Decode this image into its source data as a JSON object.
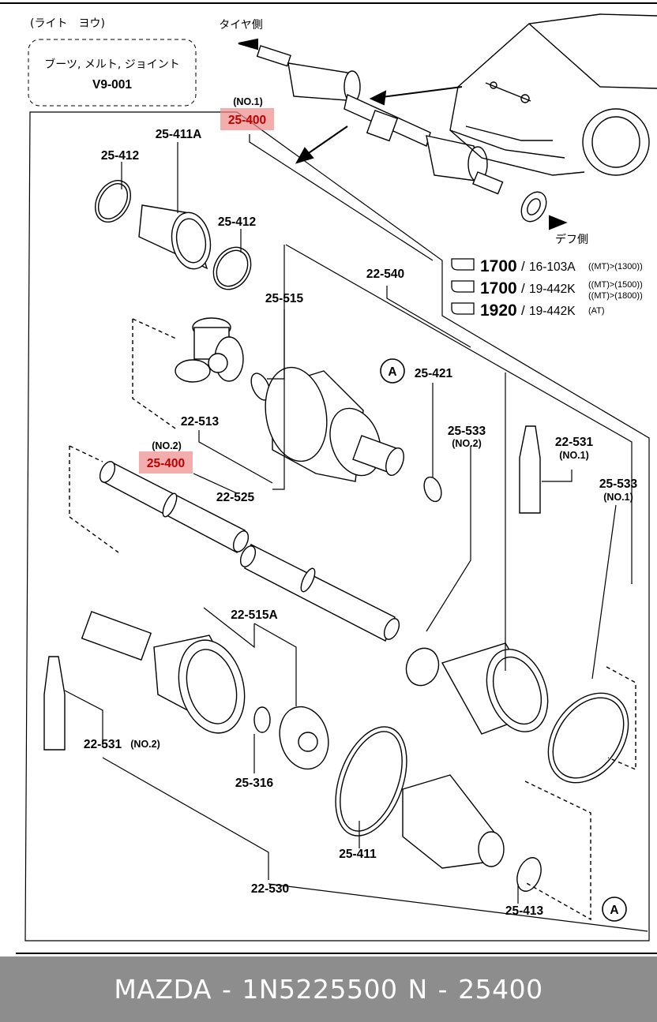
{
  "header": {
    "title_jp": "(ライト　ヨウ)",
    "group_jp": "ブーツ, メルト, ジョイント",
    "group_code": "V9-001"
  },
  "orientation": {
    "tire_side": "タイヤ側",
    "diff_side": "デフ側"
  },
  "references": [
    {
      "page": "1700",
      "code": "16-103A",
      "cond": "((MT)>(1300))"
    },
    {
      "page": "1700",
      "code": "19-442K",
      "cond": "((MT)>(1500))",
      "cond2": "((MT)>(1800))"
    },
    {
      "page": "1920",
      "code": "19-442K",
      "cond": "(AT)"
    }
  ],
  "highlight_color": "#f08a8a",
  "parts": {
    "p25400_no1_tag": "(NO.1)",
    "p25400_no1": "25-400",
    "p25400_no2_tag": "(NO.2)",
    "p25400_no2": "25-400",
    "p25411a": "25-411A",
    "p25412a": "25-412",
    "p25412b": "25-412",
    "p22540": "22-540",
    "p25515": "25-515",
    "p25421": "25-421",
    "p22513": "22-513",
    "p25533_no2": "25-533",
    "p25533_no2_tag": "(NO.2)",
    "p22531_no1": "22-531",
    "p22531_no1_tag": "(NO.1)",
    "p25533_no1": "25-533",
    "p25533_no1_tag": "(NO.1)",
    "p22525": "22-525",
    "p22515a": "22-515A",
    "p22531_no2": "22-531",
    "p22531_no2_tag": "(NO.2)",
    "p25316": "25-316",
    "p25411": "25-411",
    "p22530": "22-530",
    "p25413": "25-413",
    "circle_a": "A"
  },
  "footer": {
    "text": "MAZDA - 1N5225500     N - 25400"
  }
}
